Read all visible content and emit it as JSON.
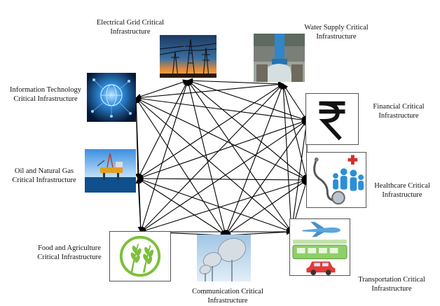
{
  "nodes": {
    "electrical": {
      "line1": "Electrical Grid Critical",
      "line2": "Infrastructure",
      "icon": "power-grid-icon"
    },
    "water": {
      "line1": "Water Supply Critical",
      "line2": "Infrastructure",
      "icon": "water-pipe-icon"
    },
    "it": {
      "line1": "Information Technology",
      "line2": "Critical Infrastructure",
      "icon": "network-globe-icon"
    },
    "financial": {
      "line1": "Financial Critical",
      "line2": "Infrastructure",
      "icon": "rupee-icon"
    },
    "oil": {
      "line1": "Oil and Natural Gas",
      "line2": "Critical Infrastructure",
      "icon": "oil-rig-icon"
    },
    "healthcare": {
      "line1": "Healthcare Critical",
      "line2": "Infrastructure",
      "icon": "stethoscope-icon"
    },
    "food": {
      "line1": "Food and Agriculture",
      "line2": "Critical Infrastructure",
      "icon": "wheat-icon"
    },
    "communication": {
      "line1": "Communication Critical",
      "line2": "Infrastructure",
      "icon": "satellite-dish-icon"
    },
    "transportation": {
      "line1": "Transportation Critical",
      "line2": "Infrastructure",
      "icon": "transport-icon"
    }
  },
  "connections": "all-to-all bidirectional arrows",
  "colors": {
    "arrow": "#000000",
    "wheat": "#7cbf3a",
    "rupee": "#111111",
    "health_cross": "#d32f2f",
    "people": "#2b8fd6"
  }
}
